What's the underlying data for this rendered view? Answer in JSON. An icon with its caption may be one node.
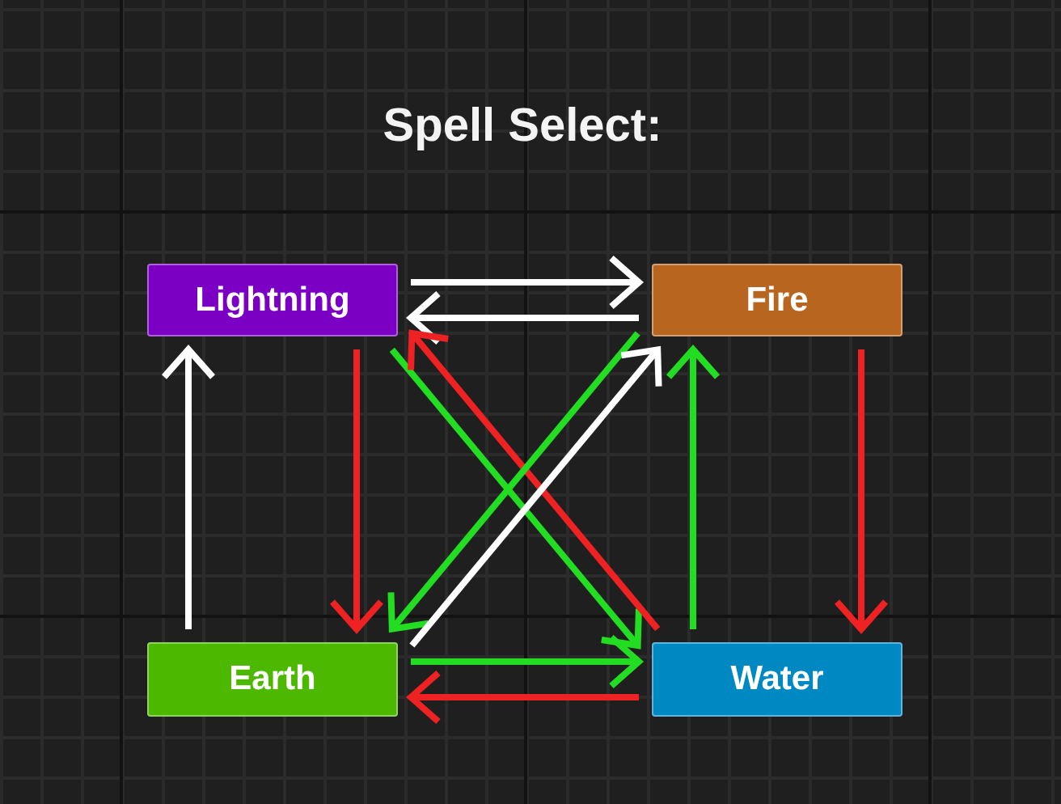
{
  "diagram": {
    "title": "Spell Select:",
    "nodes": [
      {
        "text": [
          "Lightning"
        ]
      },
      {
        "text": [
          "Fire"
        ]
      },
      {
        "text": [
          "Earth"
        ]
      },
      {
        "text": [
          "Water"
        ]
      }
    ],
    "edges": [
      {
        "from": 0,
        "to": 1,
        "arrow": "to",
        "color": "#ffffff"
      },
      {
        "from": 1,
        "to": 0,
        "arrow": "to",
        "color": "#ffffff"
      },
      {
        "from": 2,
        "to": 0,
        "arrow": "to",
        "color": "#ffffff"
      },
      {
        "from": 0,
        "to": 2,
        "arrow": "to",
        "color": "#ee2222"
      },
      {
        "from": 0,
        "to": 3,
        "arrow": "to",
        "color": "#22dd22"
      },
      {
        "from": 3,
        "to": 0,
        "arrow": "to",
        "color": "#ee2222"
      },
      {
        "from": 1,
        "to": 2,
        "arrow": "to",
        "color": "#22dd22"
      },
      {
        "from": 2,
        "to": 1,
        "arrow": "to",
        "color": "#ffffff"
      },
      {
        "from": 3,
        "to": 1,
        "arrow": "to",
        "color": "#22dd22"
      },
      {
        "from": 1,
        "to": 3,
        "arrow": "to",
        "color": "#ee2222"
      },
      {
        "from": 2,
        "to": 3,
        "arrow": "to",
        "color": "#22dd22"
      },
      {
        "from": 3,
        "to": 2,
        "arrow": "to",
        "color": "#ee2222"
      }
    ]
  }
}
